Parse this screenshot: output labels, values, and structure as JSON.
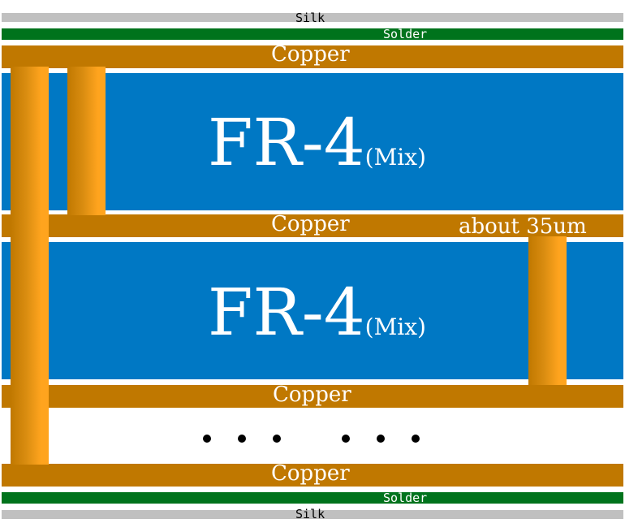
{
  "layers": {
    "silk_top": "Silk",
    "solder_top": "Solder",
    "copper_1": "Copper",
    "fr4_1_main": "FR-4",
    "fr4_1_sub": "(Mix)",
    "copper_2": "Copper",
    "thickness_note": "about 35um",
    "fr4_2_main": "FR-4",
    "fr4_2_sub": "(Mix)",
    "copper_3": "Copper",
    "copper_4": "Copper",
    "solder_bottom": "Solder",
    "silk_bottom": "Silk"
  },
  "colors": {
    "silk": "#c0c0c0",
    "solder": "#00731c",
    "copper": "#c07800",
    "fr4": "#0078c4",
    "via_highlight": "#ffa41e"
  }
}
